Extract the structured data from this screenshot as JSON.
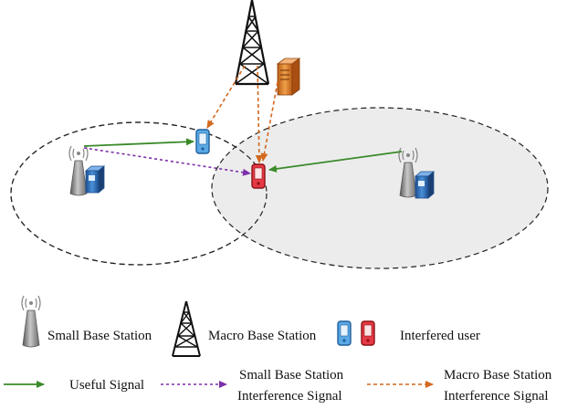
{
  "legend": {
    "small_bs_label": "Small Base Station",
    "macro_bs_label": "Macro Base Station",
    "interfered_user_label": "Interfered user",
    "useful_signal_label": "Useful Signal",
    "small_bs_interference_line1": "Small Base Station",
    "small_bs_interference_line2": "Interference Signal",
    "macro_bs_interference_line1": "Macro Base Station",
    "macro_bs_interference_line2": "Interference Signal"
  },
  "colors": {
    "useful_signal": "#3a8a2a",
    "small_bs_interference": "#7b2fa8",
    "macro_bs_interference": "#d2691e",
    "cell_fill": "#ececec",
    "user_phone": "#5aa9e6",
    "interfered_phone": "#d62828",
    "server": "#e8832a",
    "small_bs_box": "#2e72c4"
  }
}
